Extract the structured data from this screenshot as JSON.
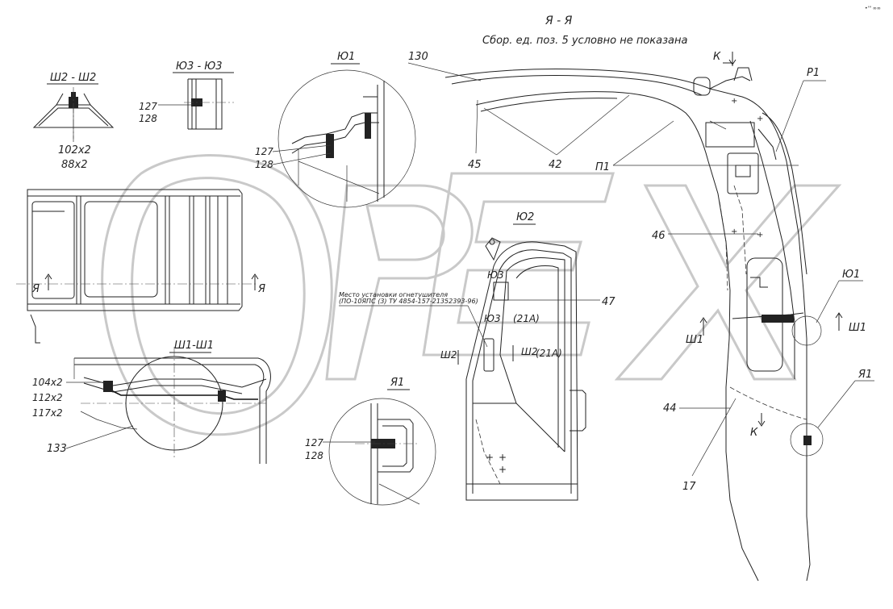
{
  "corner_mark": "•'\" ∞∞",
  "title": "Я - Я",
  "subtitle": "Сбор. ед. поз. 5 условно не показана",
  "watermark_letters": [
    "O",
    "P",
    "E",
    "X"
  ],
  "views": {
    "sh2": "Ш2 - Ш2",
    "yu3": "Ю3 - Ю3",
    "yu1_detail": "Ю1",
    "yu2": "Ю2",
    "sh1sec": "Ш1-Ш1",
    "ya1_detail": "Я1"
  },
  "labels": {
    "l102x2": "102х2",
    "l88x2": "88х2",
    "l127a": "127",
    "l128a": "128",
    "l127b": "127",
    "l128b": "128",
    "l127c": "127",
    "l128c": "128",
    "l104x2": "104х2",
    "l112x2": "112х2",
    "l117x2": "117х2",
    "l133": "133",
    "l130": "130",
    "l45": "45",
    "l42": "42",
    "lP1a": "П1",
    "lP1b": "Р1",
    "lK1": "К",
    "lK2": "К",
    "l46": "46",
    "l47": "47",
    "l44": "44",
    "l17": "17",
    "lYu1": "Ю1",
    "lSh1a": "Ш1",
    "lSh1b": "Ш1",
    "lYa1": "Я1",
    "lYaL": "Я",
    "lYaR": "Я",
    "lYu3": "Ю3",
    "l21a1": "(21А)",
    "lSh2a": "Ш2",
    "lSh2b": "Ш2",
    "l21a2": "(21А)",
    "note1": "Место установки огнетушителя",
    "note2": "(ПО-10ЯПС (3)  ТУ 4854-157-21352393-96)"
  }
}
